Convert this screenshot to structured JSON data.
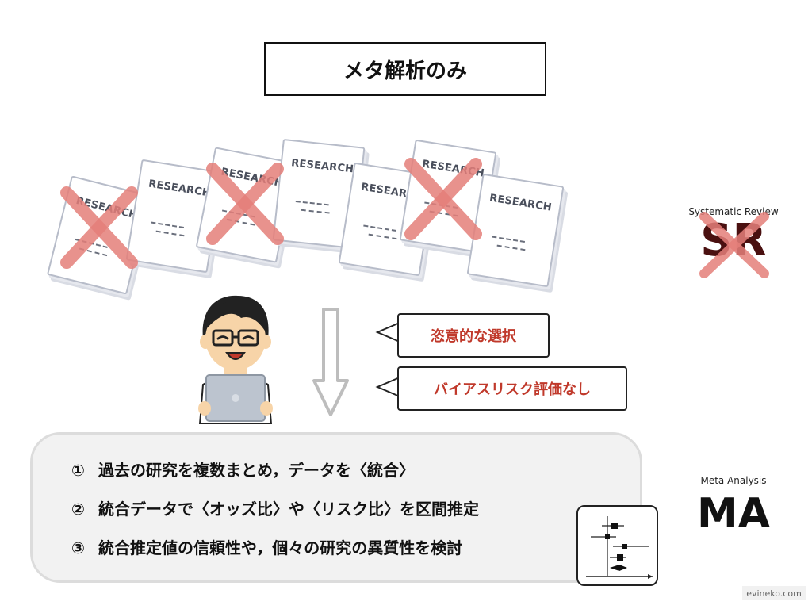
{
  "title": "メタ解析のみ",
  "documents": {
    "label": "RESEARCH",
    "items": [
      {
        "crossed": true
      },
      {
        "crossed": false
      },
      {
        "crossed": true
      },
      {
        "crossed": false
      },
      {
        "crossed": false
      },
      {
        "crossed": true
      },
      {
        "crossed": false
      }
    ]
  },
  "sr": {
    "small": "Systematic Review",
    "big": "SR",
    "crossed": true
  },
  "ma": {
    "small": "Meta Analysis",
    "big": "MA"
  },
  "bubbles": [
    "恣意的な選択",
    "バイアスリスク評価なし"
  ],
  "steps": [
    {
      "num": "①",
      "text": "過去の研究を複数まとめ，データを〈統合〉"
    },
    {
      "num": "②",
      "text": "統合データで〈オッズ比〉や〈リスク比〉を区間推定"
    },
    {
      "num": "③",
      "text": "統合推定値の信頼性や，個々の研究の異質性を検討"
    }
  ],
  "footer": "evineko.com",
  "colors": {
    "cross": "#e57f7a",
    "bubble_text": "#c0392b",
    "sr_text": "#4a1010"
  }
}
